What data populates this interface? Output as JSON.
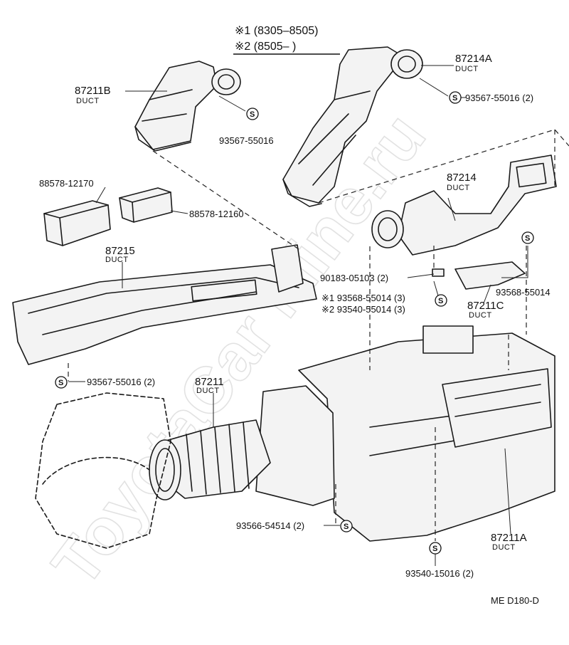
{
  "watermark": "ToyotaCar Mine.ru",
  "legend": {
    "line1": "※1 (8305–8505)",
    "line2": "※2 (8505–      )"
  },
  "symbol_letter": "S",
  "parts": {
    "p87211B": {
      "number": "87211B",
      "name": "DUCT"
    },
    "p87214A": {
      "number": "87214A",
      "name": "DUCT"
    },
    "p87214": {
      "number": "87214",
      "name": "DUCT"
    },
    "p87215": {
      "number": "87215",
      "name": "DUCT"
    },
    "p87211": {
      "number": "87211",
      "name": "DUCT"
    },
    "p87211C": {
      "number": "87211C",
      "name": "DUCT"
    },
    "p87211A": {
      "number": "87211A",
      "name": "DUCT"
    }
  },
  "callouts": {
    "c_93567_55016_2_top": "93567-55016 (2)",
    "c_93567_55016": "93567-55016",
    "c_88578_12170": "88578-12170",
    "c_88578_12160": "88578-12160",
    "c_90183_05103": "90183-05103 (2)",
    "c_93568_55014": "93568-55014",
    "c_note1": "※1 93568-55014 (3)",
    "c_note2": "※2 93540-55014 (3)",
    "c_93567_55016_2_left": "93567-55016 (2)",
    "c_93566_54514": "93566-54514 (2)",
    "c_93540_15016": "93540-15016 (2)"
  },
  "diagram_code": "ME  D180-D"
}
